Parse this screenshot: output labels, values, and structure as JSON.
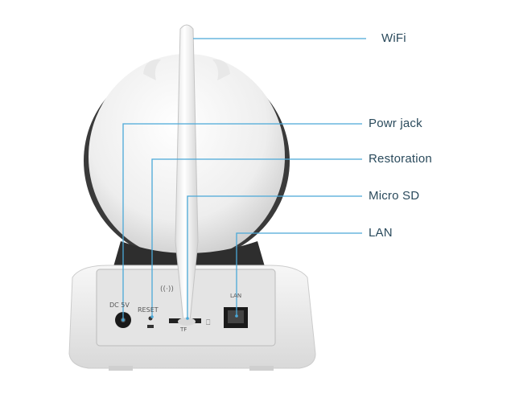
{
  "callouts": [
    {
      "id": "wifi",
      "label": "WiFi"
    },
    {
      "id": "power",
      "label": "Powr jack"
    },
    {
      "id": "restoration",
      "label": "Restoration"
    },
    {
      "id": "microsd",
      "label": "Micro SD"
    },
    {
      "id": "lan",
      "label": "LAN"
    }
  ],
  "ports": {
    "dc_label": "DC 5V",
    "reset_label": "RESET",
    "sd_label": "TF",
    "lan_label": "LAN"
  },
  "colors": {
    "callout_line": "#4aa8d8",
    "label_text": "#2a4a5c",
    "body": "#f2f2f2",
    "panel": "#e6e6e6",
    "dark_band": "#3a3a3a"
  }
}
